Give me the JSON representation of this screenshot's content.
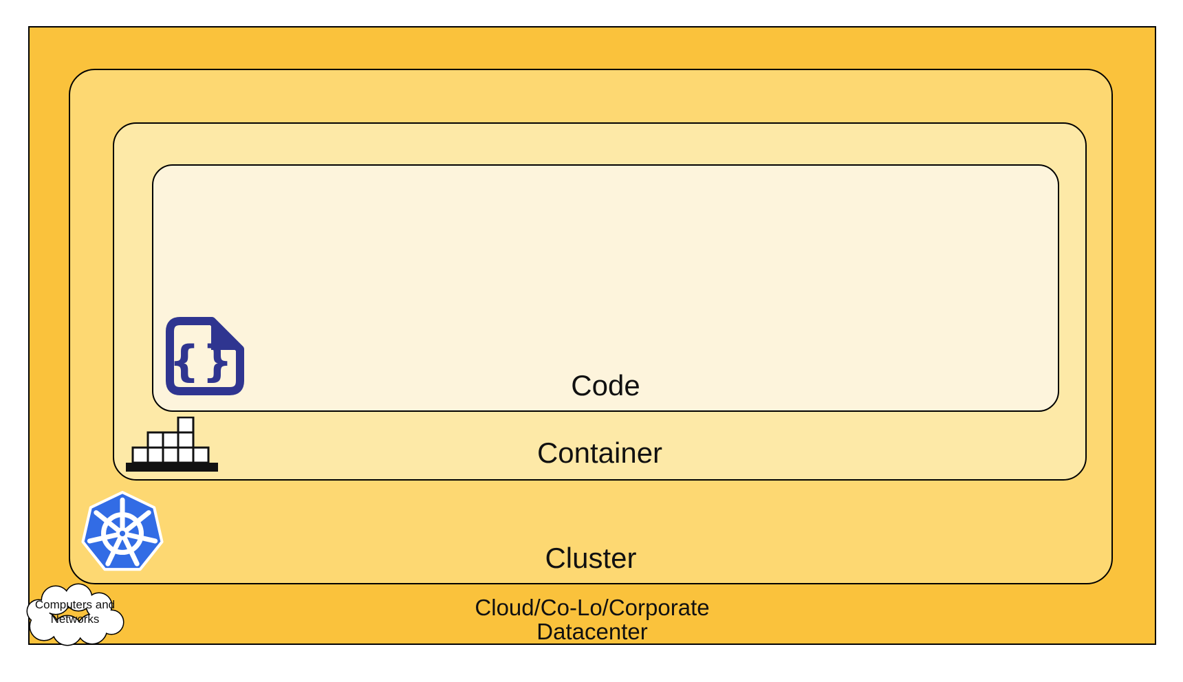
{
  "diagram": {
    "type": "nested-layers",
    "layers": {
      "code": {
        "label": "Code",
        "fill": "#FDF4DC"
      },
      "container": {
        "label": "Container",
        "fill": "#FDE9A7"
      },
      "cluster": {
        "label": "Cluster",
        "fill": "#FDD872"
      },
      "cloud": {
        "label_line1": "Cloud/Co-Lo/Corporate",
        "label_line2": "Datacenter",
        "fill": "#FAC23C"
      }
    },
    "cloud_callout": {
      "line1": "Computers and",
      "line2": "Networks"
    },
    "icons": {
      "code_glyph": "{}",
      "code_icon_color": "#2F3590",
      "kubernetes_blue": "#326CE5",
      "container_icon_color": "#111111",
      "outline_color": "#000000"
    }
  }
}
